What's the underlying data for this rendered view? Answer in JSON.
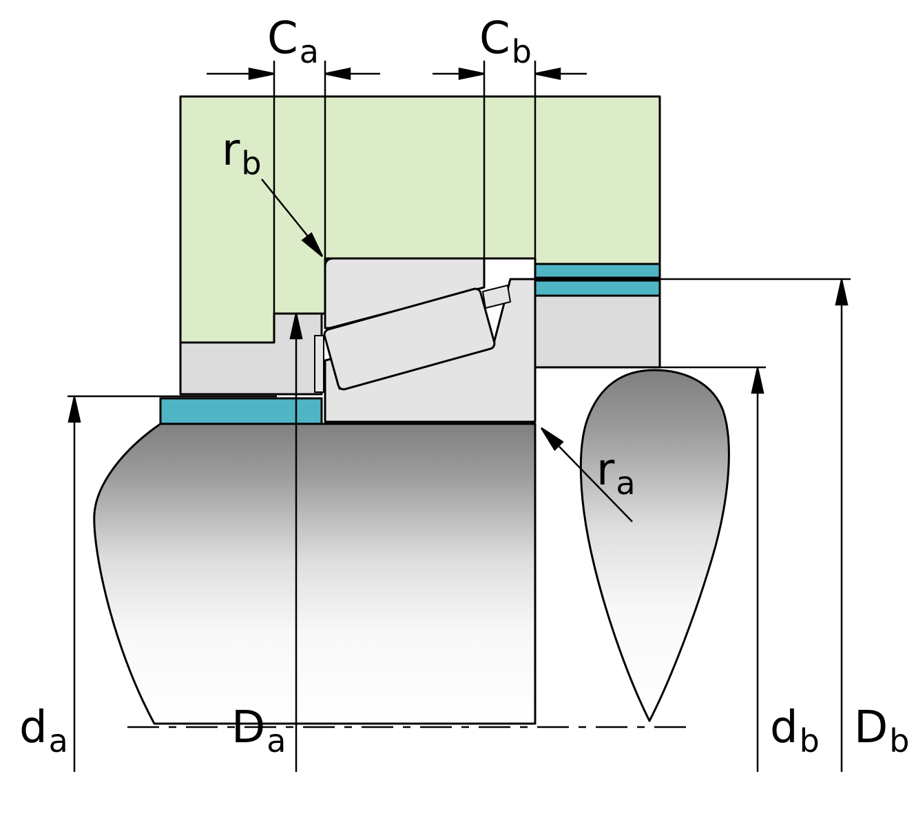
{
  "diagram": {
    "title": "bearing-abutment-dimensions",
    "labels": {
      "Ca": {
        "main": "C",
        "sub": "a"
      },
      "Cb": {
        "main": "C",
        "sub": "b"
      },
      "rb": {
        "main": "r",
        "sub": "b"
      },
      "ra": {
        "main": "r",
        "sub": "a"
      },
      "da": {
        "main": "d",
        "sub": "a"
      },
      "Da": {
        "main": "D",
        "sub": "a"
      },
      "db": {
        "main": "d",
        "sub": "b"
      },
      "Db": {
        "main": "D",
        "sub": "b"
      }
    },
    "colors": {
      "housing": "#dcecc8",
      "abutment_accent": "#4fb4c4",
      "block_gray": "#dcdcdc",
      "component_gray": "#e4e4e4",
      "outline": "#000000",
      "background": "#ffffff"
    }
  }
}
